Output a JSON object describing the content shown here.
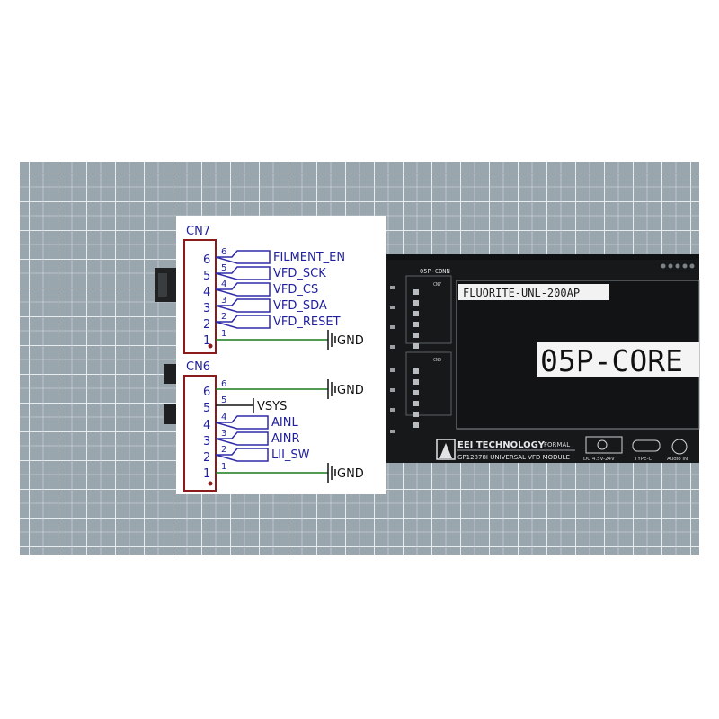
{
  "cn7": {
    "title": "CN7",
    "pins": [
      {
        "num": "6",
        "net": "FILMENT_EN"
      },
      {
        "num": "5",
        "net": "VFD_SCK"
      },
      {
        "num": "4",
        "net": "VFD_CS"
      },
      {
        "num": "3",
        "net": "VFD_SDA"
      },
      {
        "num": "2",
        "net": "VFD_RESET"
      },
      {
        "num": "1",
        "net": "GND"
      }
    ]
  },
  "cn6": {
    "title": "CN6",
    "pins": [
      {
        "num": "6",
        "net": "GND"
      },
      {
        "num": "5",
        "net": "VSYS"
      },
      {
        "num": "4",
        "net": "AINL"
      },
      {
        "num": "3",
        "net": "AINR"
      },
      {
        "num": "2",
        "net": "LII_SW"
      },
      {
        "num": "1",
        "net": "GND"
      }
    ]
  },
  "board": {
    "conn_label": "05P-CONN",
    "cn7_silk": "CN7",
    "cn6_silk": "CN6",
    "model": "FLUORITE-UNL-200AP",
    "display_text": "05P-CORE",
    "brand": "EEI TECHNOLOGY",
    "brand_tag": "FORMAL",
    "module": "GP12878I UNIVERSAL VFD MODULE",
    "dc_label": "DC 4.5V-24V",
    "typec_label": "TYPE-C",
    "audio_label": "Audio IN"
  },
  "colors": {
    "schematic_wire": "#2e2aa8",
    "schematic_text": "#1f1fa0",
    "connector_body": "#8b1a1a",
    "gnd_wire": "#1a7a1a",
    "pcb": "#161819",
    "mat": "#9aa6ad"
  }
}
